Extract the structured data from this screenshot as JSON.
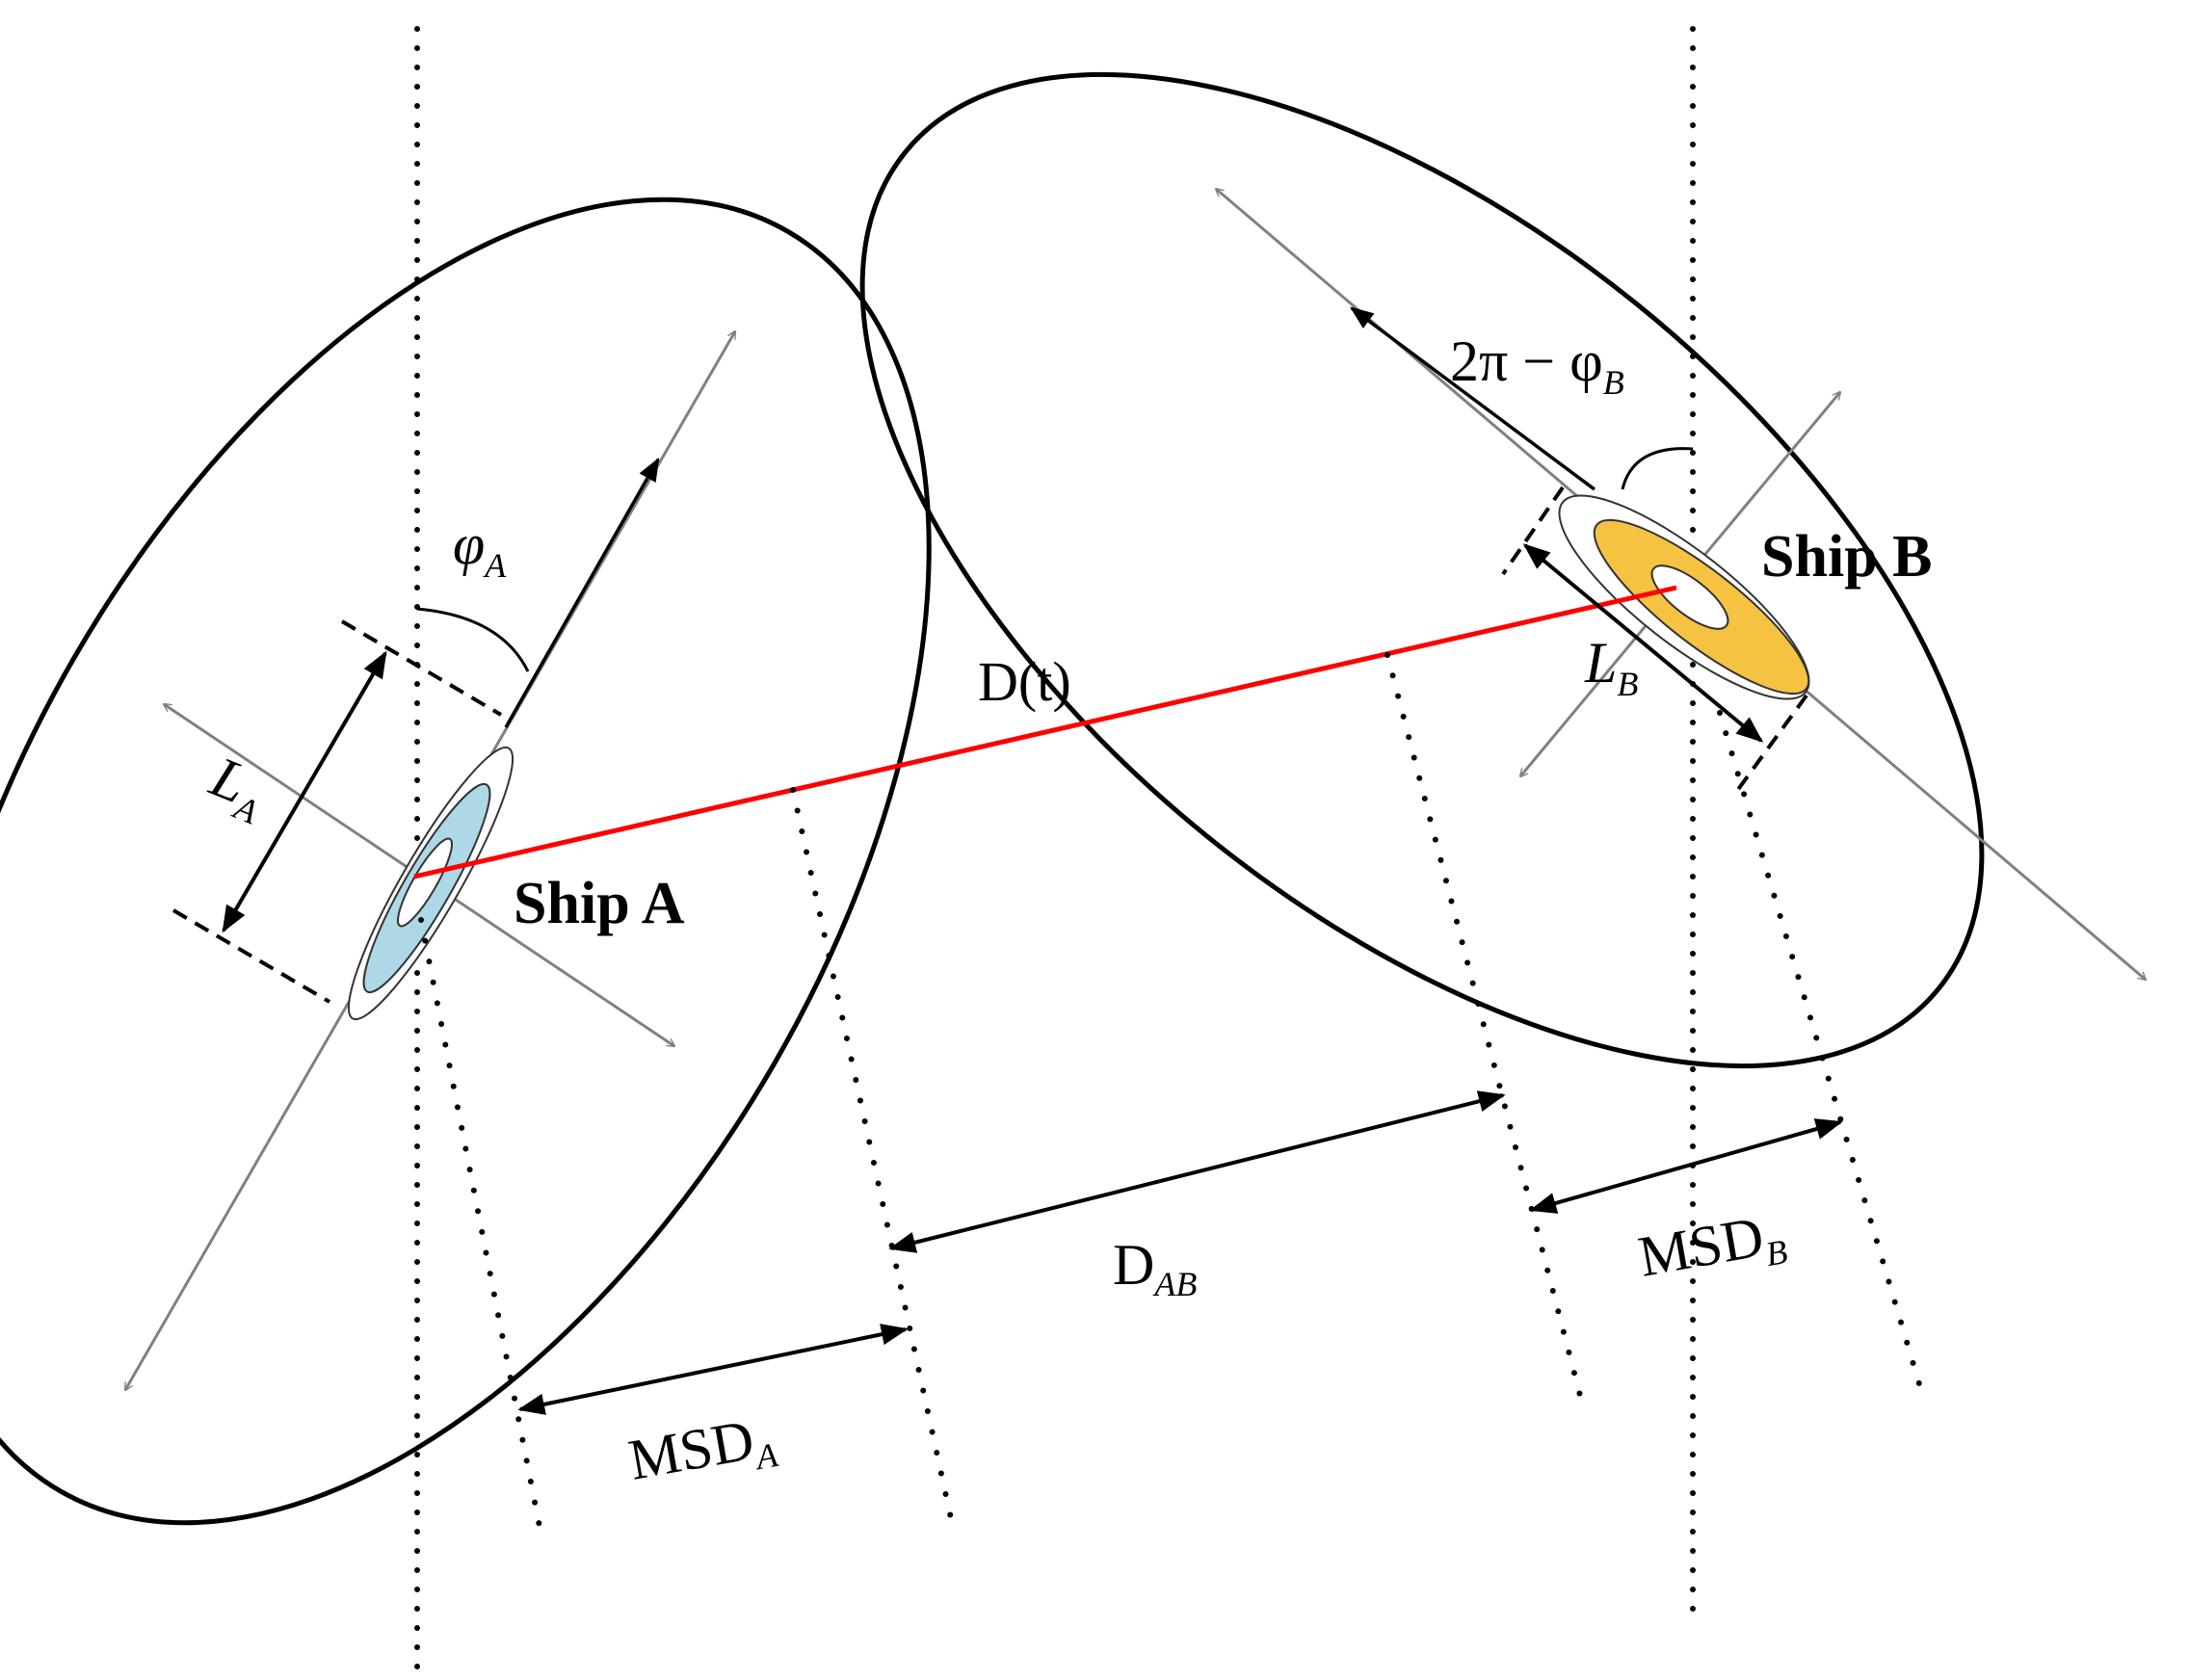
{
  "diagram": {
    "ship_a": {
      "label": "Ship A",
      "heading_symbol": "φ",
      "heading_sub": "A",
      "length_symbol": "L",
      "length_sub": "A",
      "hull_fill": "#add8e6"
    },
    "ship_b": {
      "label": "Ship B",
      "heading_prefix": "2π − φ",
      "heading_sub": "B",
      "length_symbol": "L",
      "length_sub": "B",
      "hull_fill": "#f5c242"
    },
    "distance_time": "D(t)",
    "distance_ab_symbol": "D",
    "distance_ab_sub": "AB",
    "msd_a_symbol": "MSD",
    "msd_a_sub": "A",
    "msd_b_symbol": "MSD",
    "msd_b_sub": "B",
    "colors": {
      "connection_line": "#ff0000",
      "domain_outline": "#000000",
      "axis_line": "#808080"
    }
  }
}
